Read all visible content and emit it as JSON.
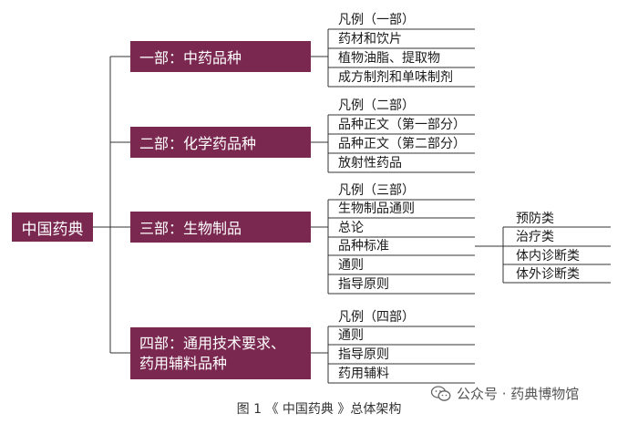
{
  "root": "中国药典",
  "parts": [
    {
      "label": "一部：中药品种",
      "items": [
        "凡例（一部）",
        "药材和饮片",
        "植物油脂、提取物",
        "成方制剂和单味制剂"
      ]
    },
    {
      "label": "二部：化学药品种",
      "items": [
        "凡例（二部）",
        "品种正文（第一部分）",
        "品种正文（第二部分）",
        "放射性药品"
      ]
    },
    {
      "label": "三部：生物制品",
      "items": [
        "凡例（三部）",
        "生物制品通则",
        "总论",
        "品种标准",
        "通则",
        "指导原则"
      ],
      "sub_items": [
        "预防类",
        "治疗类",
        "体内诊断类",
        "体外诊断类"
      ]
    },
    {
      "label_line1": "四部：通用技术要求、",
      "label_line2": "药用辅料品种",
      "items": [
        "凡例（四部）",
        "通则",
        "指导原则",
        "药用辅料"
      ]
    }
  ],
  "caption": "图 1 《 中国药典 》总体架构",
  "watermark": "公众号 · 药典博物馆"
}
